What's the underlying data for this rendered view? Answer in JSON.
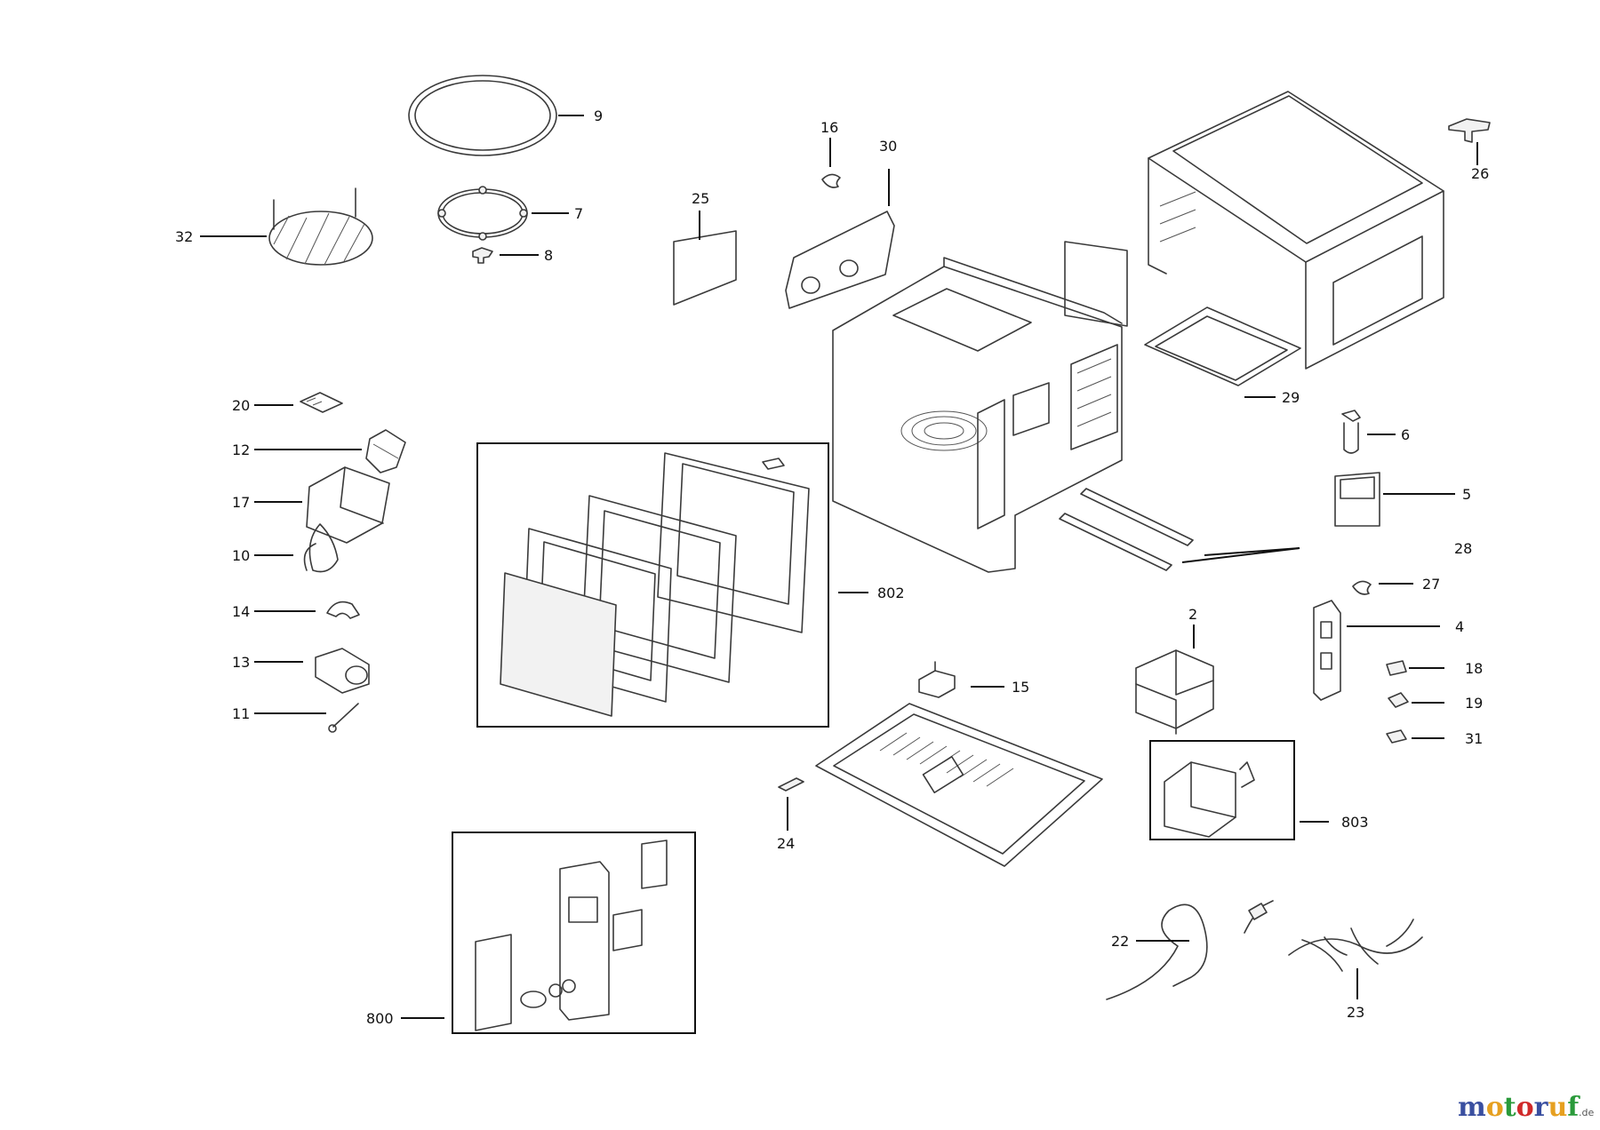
{
  "callouts": {
    "c9": "9",
    "c7": "7",
    "c8": "8",
    "c32": "32",
    "c16": "16",
    "c30": "30",
    "c25": "25",
    "c26": "26",
    "c29": "29",
    "c6": "6",
    "c5": "5",
    "c28": "28",
    "c27": "27",
    "c4": "4",
    "c18": "18",
    "c19": "19",
    "c31": "31",
    "c2": "2",
    "c15": "15",
    "c803": "803",
    "c24": "24",
    "c802": "802",
    "c20": "20",
    "c12": "12",
    "c17": "17",
    "c10": "10",
    "c14": "14",
    "c13": "13",
    "c11": "11",
    "c800": "800",
    "c22": "22",
    "c23": "23"
  },
  "brand": {
    "m1": "m",
    "o1": "o",
    "t": "t",
    "o2": "o",
    "r": "r",
    "u": "u",
    "f": "f",
    "tld": ".de",
    "colors": [
      "#3a4fa0",
      "#e6a020",
      "#2a9a3a",
      "#d02a2a",
      "#3a4fa0",
      "#e6a020",
      "#2a9a3a"
    ]
  }
}
